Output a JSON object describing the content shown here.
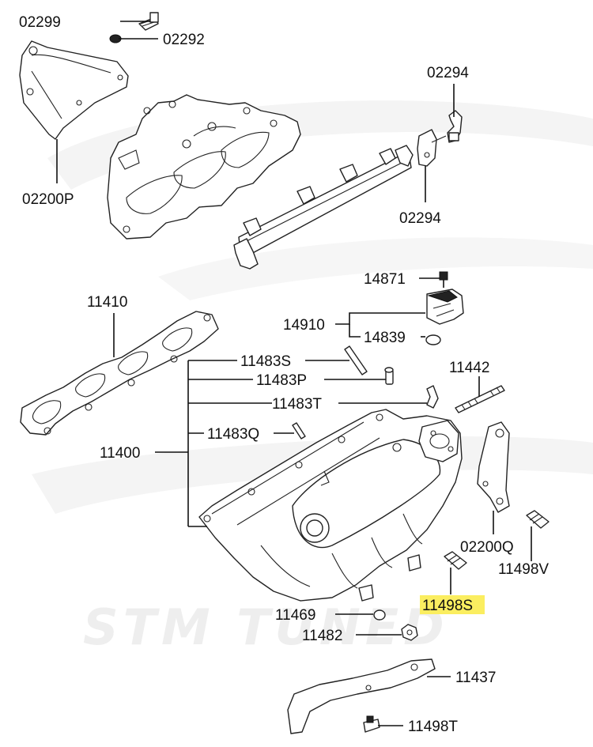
{
  "watermark": "STM TUNED",
  "highlight_color": "#fbee60",
  "callouts": {
    "c02299": "02299",
    "c02292": "02292",
    "c02200P": "02200P",
    "c02294a": "02294",
    "c02294b": "02294",
    "c14871": "14871",
    "c14910": "14910",
    "c14839": "14839",
    "c11410": "11410",
    "c11483S": "11483S",
    "c11483P": "11483P",
    "c11483T": "11483T",
    "c11483Q": "11483Q",
    "c11442": "11442",
    "c11400": "11400",
    "c02200Q": "02200Q",
    "c11498V": "11498V",
    "c11498S": "11498S",
    "c11469": "11469",
    "c11482": "11482",
    "c11437": "11437",
    "c11498T": "11498T"
  }
}
